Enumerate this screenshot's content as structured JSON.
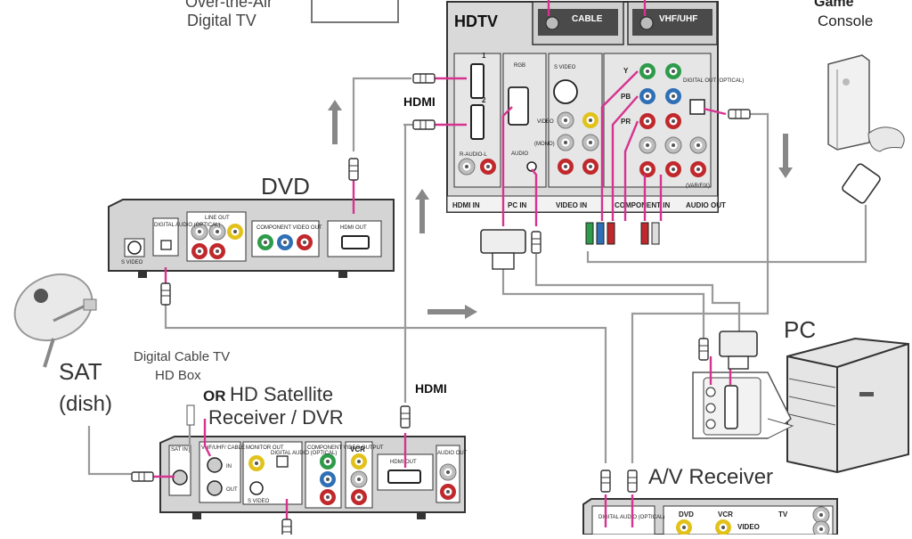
{
  "labels": {
    "ota_line1": "Over-the-Air",
    "ota_line2": "Digital TV",
    "hdtv": "HDTV",
    "cable": "CABLE",
    "vhf_uhf": "VHF/UHF",
    "game_line1": "Game",
    "game_line2": "Console",
    "dvd": "DVD",
    "hdmi": "HDMI",
    "hdmi_lower": "HDMI",
    "pc": "PC",
    "sat_line1": "SAT",
    "sat_line2": "(dish)",
    "cable_box_line1": "Digital Cable TV",
    "cable_box_line2": "HD Box",
    "or_word": "OR",
    "satellite_line1": "HD Satellite",
    "satellite_line2": "Receiver / DVR",
    "av_receiver": "A/V Receiver"
  },
  "tv_panel": {
    "hdmi_in": "HDMI IN",
    "pc_in": "PC IN",
    "video_in": "VIDEO IN",
    "component_in": "COMPONENT IN",
    "audio_out": "AUDIO OUT",
    "rgb": "RGB",
    "s_video": "S VIDEO",
    "video": "VIDEO",
    "mono": "(MONO)",
    "audio": "AUDIO",
    "r_audio_l": "R-AUDIO-L",
    "digital_out": "DIGITAL OUT (OPTICAL)",
    "var_fix": "(VAR/FIX)",
    "y": "Y",
    "pb": "PB",
    "pr": "PR",
    "port1": "1",
    "port2": "2"
  },
  "dvd_panel": {
    "s_video": "S VIDEO",
    "digital_audio": "DIGITAL AUDIO (OPTICAL)",
    "line_out": "LINE OUT",
    "component_video_out": "COMPONENT VIDEO OUT",
    "hdmi_out": "HDMI OUT"
  },
  "sat_panel": {
    "sat_in": "SAT IN",
    "vhf_cable": "VHF/UHF/ CABLE",
    "in": "IN",
    "out": "OUT",
    "monitor_out": "MONITOR OUT",
    "digital_audio": "DIGITAL AUDIO (OPTICAL)",
    "s_video": "S VIDEO",
    "component": "COMPONENT VIDEO OUTPUT",
    "vcr": "VCR",
    "hdmi_out": "HDMI OUT",
    "audio_out": "AUDIO OUT"
  },
  "av_panel": {
    "digital_audio": "DIGITAL AUDIO (OPTICAL)",
    "dvd": "DVD",
    "vcr": "VCR",
    "video": "VIDEO",
    "tv": "TV"
  },
  "colors": {
    "cable_pink": "#d6338f",
    "wire_gray": "#9a9a9a",
    "panel_gray": "#d4d4d4",
    "rca_green": "#2e9b4a",
    "rca_blue": "#2f6fb5",
    "rca_red": "#c0282c",
    "rca_yellow": "#e2c21a"
  }
}
